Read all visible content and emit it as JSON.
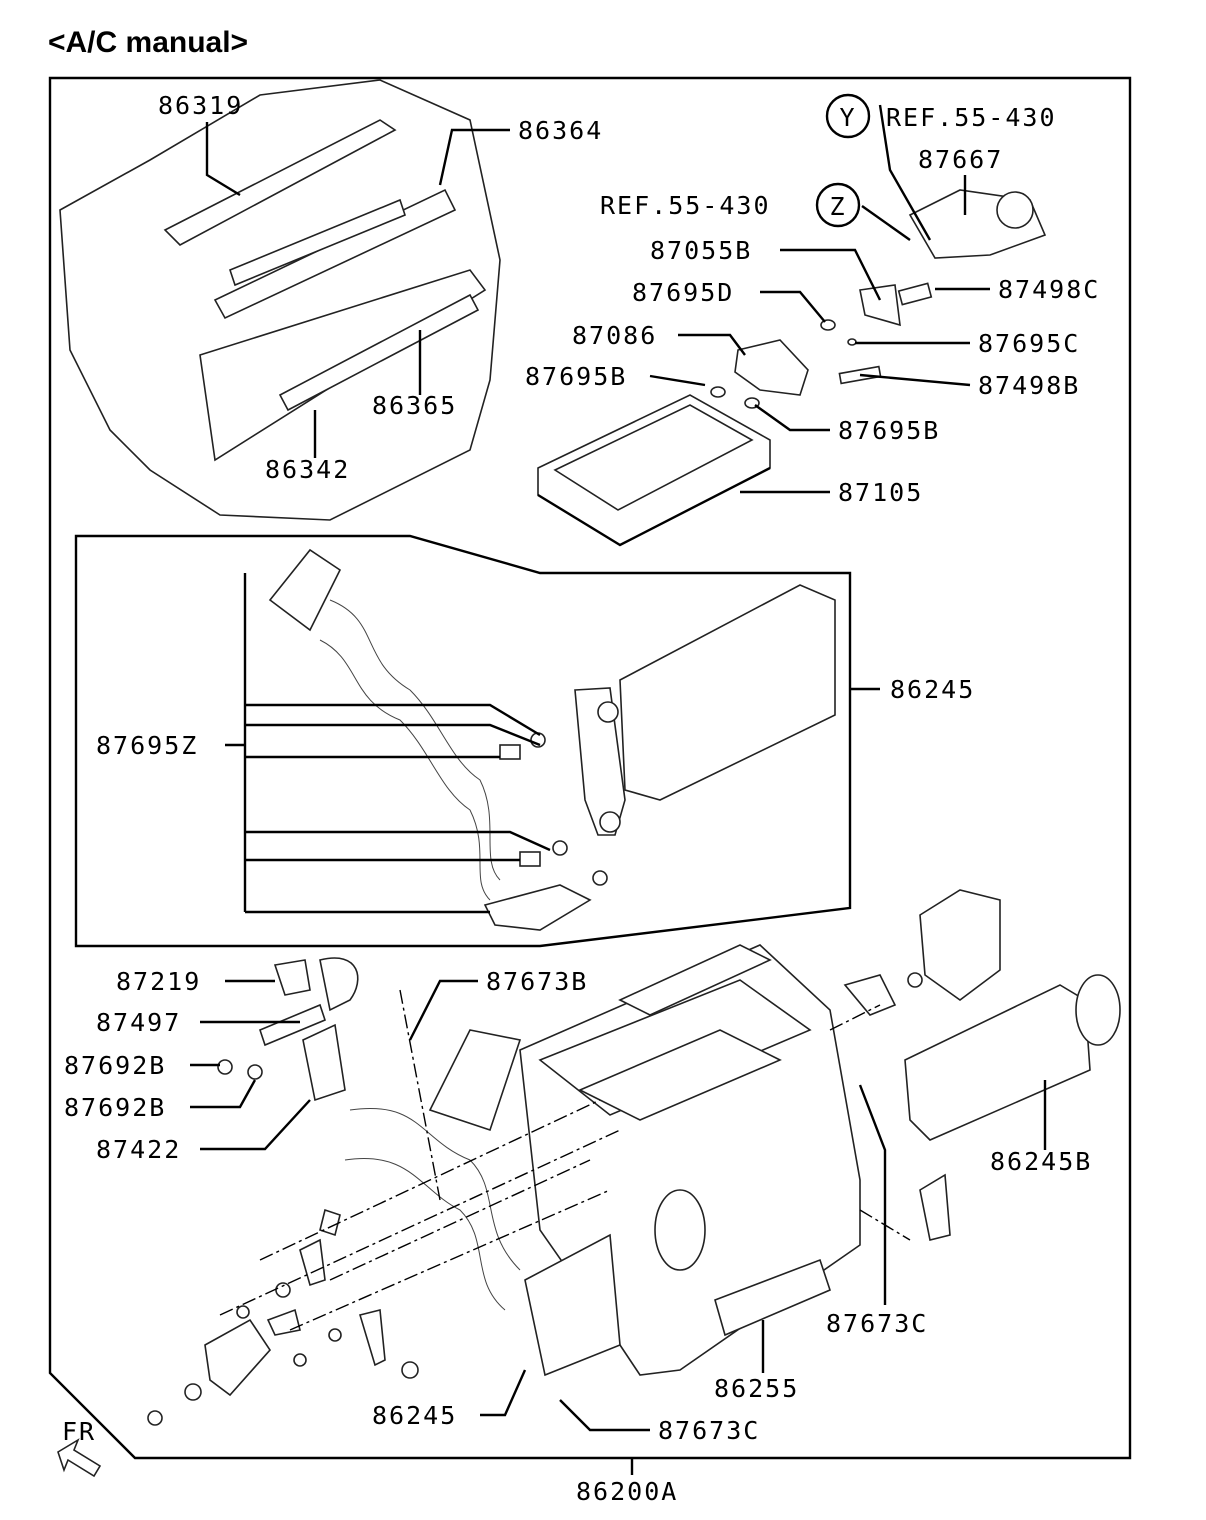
{
  "title": "<A/C manual>",
  "callouts": {
    "refY": "Y",
    "refZ": "Z",
    "refText1": "REF.55-430",
    "refText2": "REF.55-430",
    "fr": "FR"
  },
  "parts": [
    {
      "id": "86319",
      "label": "86319"
    },
    {
      "id": "86364",
      "label": "86364"
    },
    {
      "id": "86365",
      "label": "86365"
    },
    {
      "id": "86342",
      "label": "86342"
    },
    {
      "id": "87667",
      "label": "87667"
    },
    {
      "id": "87055B",
      "label": "87055B"
    },
    {
      "id": "87695D",
      "label": "87695D"
    },
    {
      "id": "87498C",
      "label": "87498C"
    },
    {
      "id": "87086",
      "label": "87086"
    },
    {
      "id": "87695C",
      "label": "87695C"
    },
    {
      "id": "87695B_a",
      "label": "87695B"
    },
    {
      "id": "87498B",
      "label": "87498B"
    },
    {
      "id": "87695B_b",
      "label": "87695B"
    },
    {
      "id": "87105",
      "label": "87105"
    },
    {
      "id": "86245_a",
      "label": "86245"
    },
    {
      "id": "87695Z",
      "label": "87695Z"
    },
    {
      "id": "87219",
      "label": "87219"
    },
    {
      "id": "87673B",
      "label": "87673B"
    },
    {
      "id": "87497",
      "label": "87497"
    },
    {
      "id": "87692B_a",
      "label": "87692B"
    },
    {
      "id": "87692B_b",
      "label": "87692B"
    },
    {
      "id": "87422",
      "label": "87422"
    },
    {
      "id": "86245B",
      "label": "86245B"
    },
    {
      "id": "87673C_a",
      "label": "87673C"
    },
    {
      "id": "86255",
      "label": "86255"
    },
    {
      "id": "86245_b",
      "label": "86245"
    },
    {
      "id": "87673C_b",
      "label": "87673C"
    },
    {
      "id": "86200A",
      "label": "86200A"
    }
  ]
}
